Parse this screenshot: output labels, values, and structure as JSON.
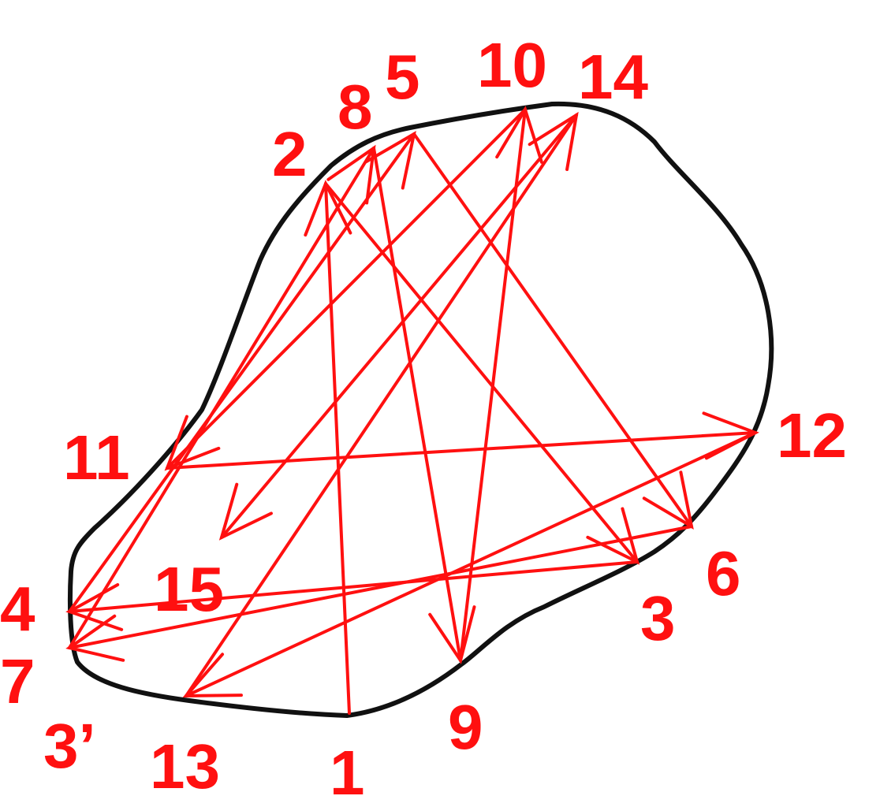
{
  "labels": {
    "p1": "1",
    "p2": "2",
    "p3": "3",
    "p3_prime": "3’",
    "p4": "4",
    "p5": "5",
    "p6": "6",
    "p7": "7",
    "p8": "8",
    "p9": "9",
    "p10": "10",
    "p11": "11",
    "p12": "12",
    "p13": "13",
    "p14": "14",
    "p15": "15"
  },
  "path_sequence": [
    "1",
    "2",
    "3",
    "4",
    "5",
    "6",
    "7",
    "8",
    "9",
    "10",
    "11",
    "12",
    "13",
    "14",
    "15"
  ],
  "colors": {
    "outline": "#111111",
    "arrows": "#ff1010",
    "labels": "#ff1010",
    "background": "#ffffff"
  }
}
